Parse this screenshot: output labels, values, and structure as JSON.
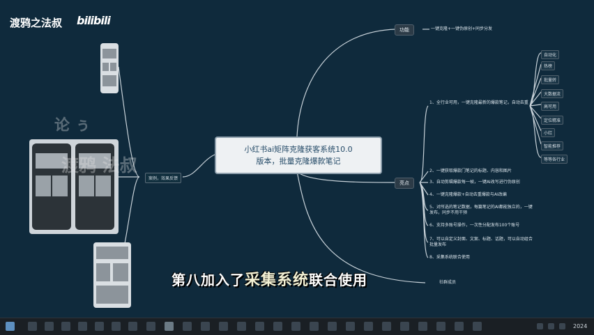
{
  "brand": {
    "logo_text": "渡鸦之法叔",
    "bili_text": "bilibili"
  },
  "center_topic": {
    "line1": "小红书ai矩阵克隆获客系统10.0",
    "line2": "版本，批量克隆爆款笔记"
  },
  "top_branch": {
    "label": "功能",
    "child": "一键克隆+一键伪原创+同步分发"
  },
  "right_branch": {
    "label": "亮点",
    "main_item": "1、全行业可用，一键克隆最新的爆款笔记，自动去重",
    "tags": [
      "自动化",
      "热榜",
      "批量转",
      "大数据流",
      "高可用",
      "定位精准",
      "小红",
      "智能推荐",
      "等等各行业"
    ],
    "items": [
      "2、一键获取爆款门笔记的标题、内容和图片",
      "3、自动剪辑爆款每一帧，一键AI改写进行伪原创",
      "4、一键克隆爆款+自动去重爆款与AI改编",
      "5、对所选的笔记数据，每篇笔记的AI都能独立的，一键发布，同步不用干预",
      "6、支持多账号操作，一次性分配发布100个账号",
      "7、可以自定义封面、文案、标题、话题，可以自动组合批量发布",
      "8、采集系统联合使用"
    ],
    "extra": "社群成员"
  },
  "left_branch": {
    "label": "案例，效果反馈"
  },
  "watermark": {
    "text": "渡鸦 法叔",
    "hand": "论 ぅ"
  },
  "subtitle": {
    "part1": "第八加入了",
    "highlight": "采集系统",
    "part2": "联合使用"
  },
  "taskbar": {
    "clock": "2024"
  }
}
